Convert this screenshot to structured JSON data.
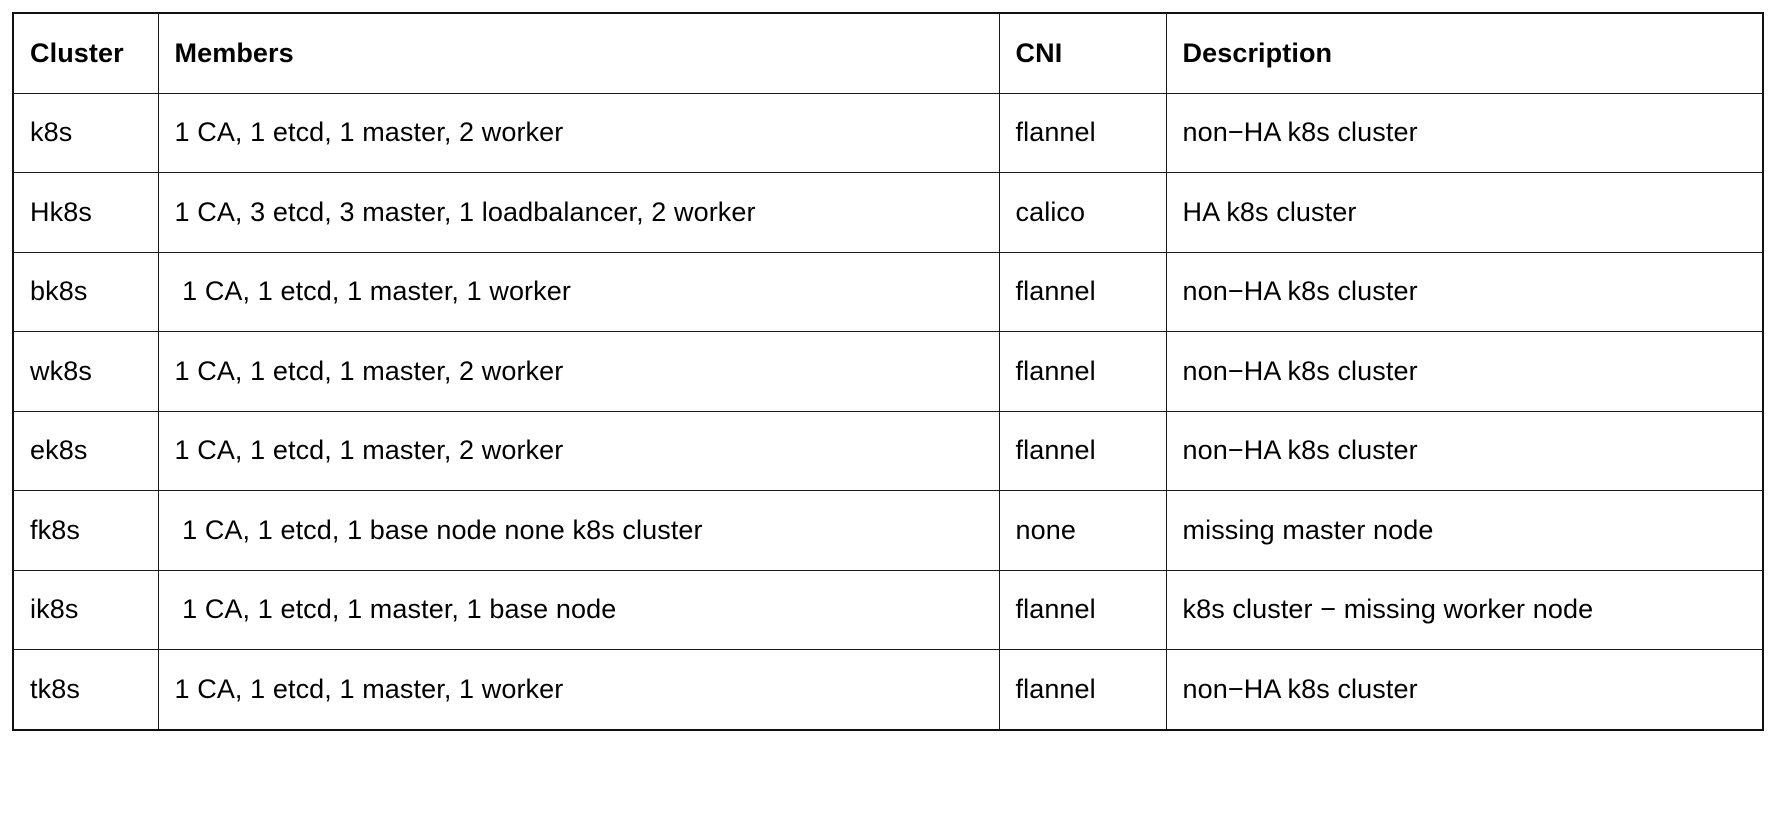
{
  "table": {
    "title": "Cluster",
    "columns": [
      {
        "key": "cluster",
        "label": "Cluster"
      },
      {
        "key": "members",
        "label": "Members"
      },
      {
        "key": "cni",
        "label": "CNI"
      },
      {
        "key": "description",
        "label": "Description"
      }
    ],
    "rows": [
      {
        "cluster": "k8s",
        "members": "1 CA, 1 etcd, 1 master, 2 worker",
        "cni": "flannel",
        "description": "non−HA k8s cluster"
      },
      {
        "cluster": "Hk8s",
        "members": "1 CA, 3 etcd, 3 master, 1 loadbalancer, 2 worker",
        "cni": "calico",
        "description": "HA k8s cluster"
      },
      {
        "cluster": "bk8s",
        "members": " 1 CA, 1 etcd, 1 master, 1 worker",
        "cni": "flannel",
        "description": "non−HA k8s cluster"
      },
      {
        "cluster": "wk8s",
        "members": "1 CA, 1 etcd, 1 master, 2 worker",
        "cni": "flannel",
        "description": "non−HA k8s cluster"
      },
      {
        "cluster": "ek8s",
        "members": "1 CA, 1 etcd, 1 master, 2 worker",
        "cni": "flannel",
        "description": "non−HA k8s cluster"
      },
      {
        "cluster": "fk8s",
        "members": " 1 CA, 1 etcd, 1 base node none k8s cluster",
        "cni": "none",
        "description": "missing master node"
      },
      {
        "cluster": "ik8s",
        "members": " 1 CA, 1 etcd, 1 master, 1 base node",
        "cni": "flannel",
        "description": "k8s cluster − missing worker node"
      },
      {
        "cluster": "tk8s",
        "members": "1 CA, 1 etcd, 1 master, 1 worker",
        "cni": "flannel",
        "description": "non−HA k8s cluster"
      }
    ]
  },
  "colors": {
    "background": "#ffffff",
    "text": "#000000",
    "border": "#1a1a1a"
  }
}
